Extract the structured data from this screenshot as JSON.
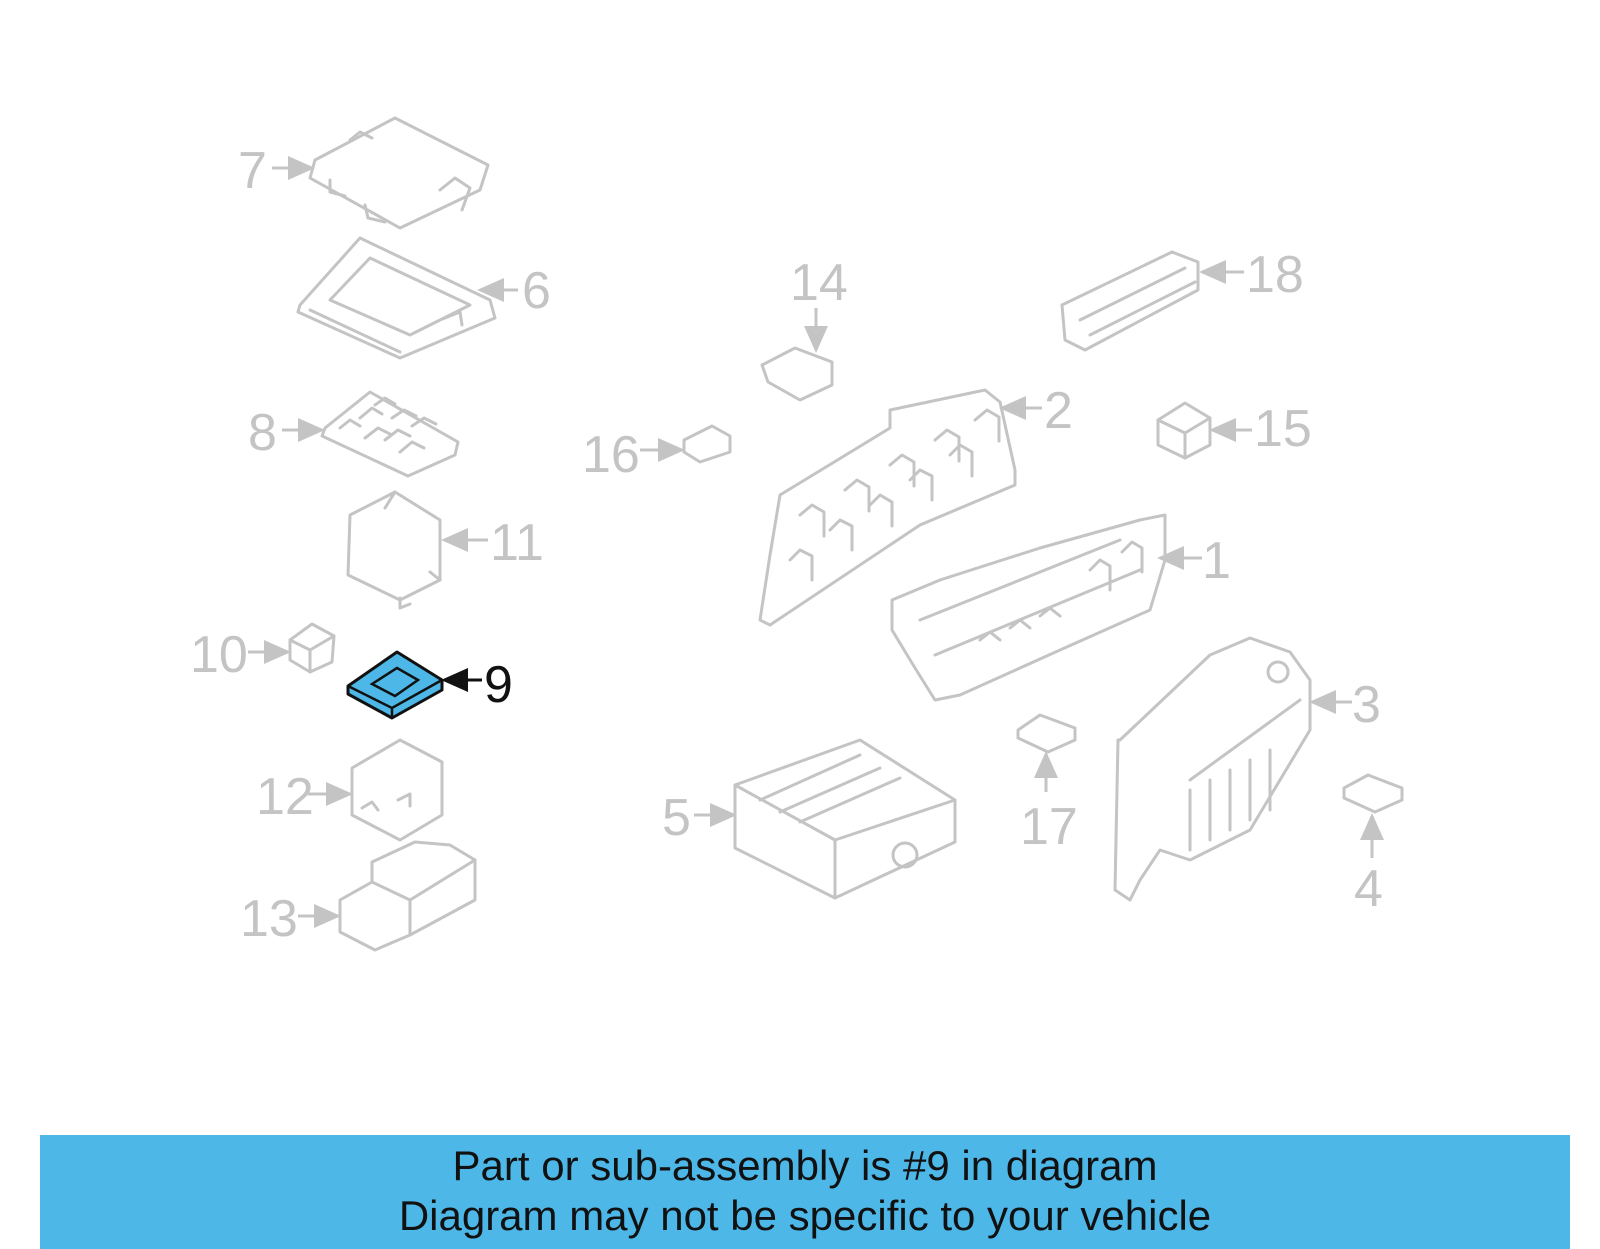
{
  "diagram": {
    "highlight_color": "#4db8e8",
    "callouts": [
      {
        "number": "1"
      },
      {
        "number": "2"
      },
      {
        "number": "3"
      },
      {
        "number": "4"
      },
      {
        "number": "5"
      },
      {
        "number": "6"
      },
      {
        "number": "7"
      },
      {
        "number": "8"
      },
      {
        "number": "9"
      },
      {
        "number": "10"
      },
      {
        "number": "11"
      },
      {
        "number": "12"
      },
      {
        "number": "13"
      },
      {
        "number": "14"
      },
      {
        "number": "15"
      },
      {
        "number": "16"
      },
      {
        "number": "17"
      },
      {
        "number": "18"
      }
    ],
    "highlighted_part": "9"
  },
  "banner": {
    "line1": "Part or sub-assembly is #9 in diagram",
    "line2": "Diagram may not be specific to your vehicle",
    "background": "#4db8e8"
  }
}
